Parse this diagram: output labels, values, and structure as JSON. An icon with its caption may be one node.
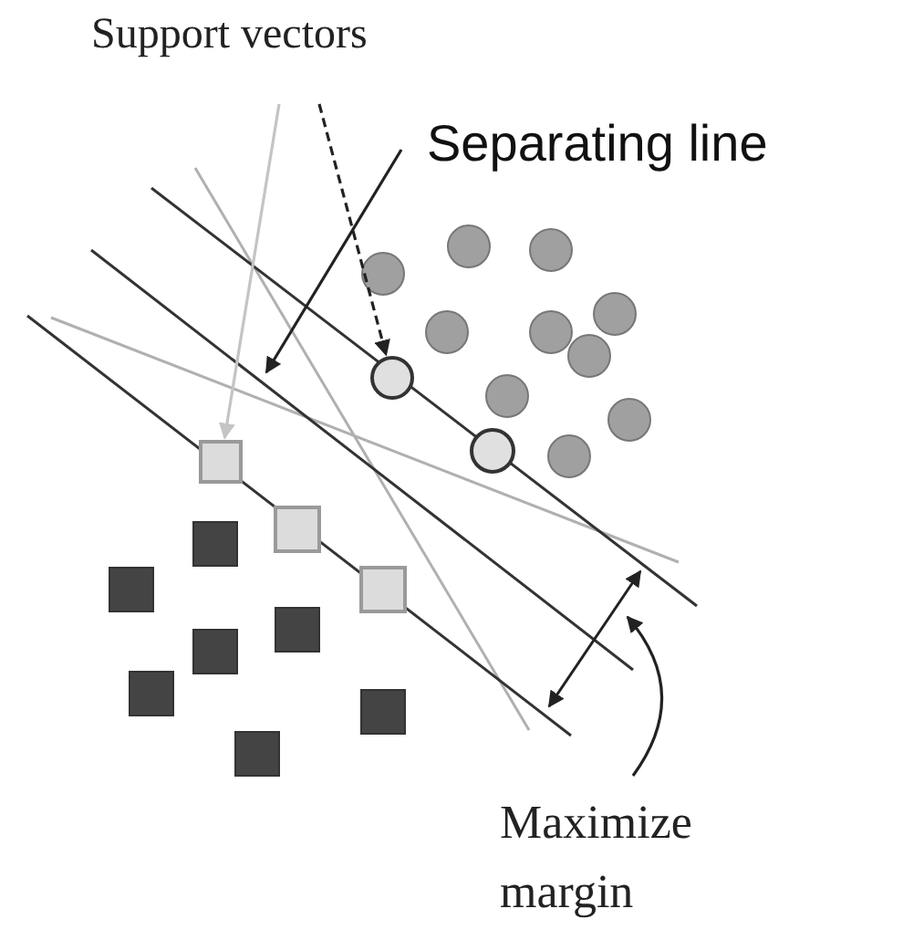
{
  "diagram": {
    "nodes": [
      {
        "text": [
          "Support vectors"
        ]
      },
      {
        "text": [
          "Separating line"
        ]
      },
      {
        "text": [
          "Maximize margin"
        ]
      },
      {
        "text": [],
        "shape": "box"
      },
      {
        "text": [],
        "shape": "circle"
      }
    ],
    "edges": [
      {
        "from": 0,
        "to": 3,
        "arrow": "to",
        "color": "#c4c4c4"
      },
      {
        "from": 0,
        "to": 4,
        "arrow": "to",
        "style": "dashed"
      },
      {
        "from": 1,
        "to": null,
        "arrow": "to"
      },
      {
        "from": 2,
        "to": null,
        "arrow": "to"
      }
    ]
  }
}
